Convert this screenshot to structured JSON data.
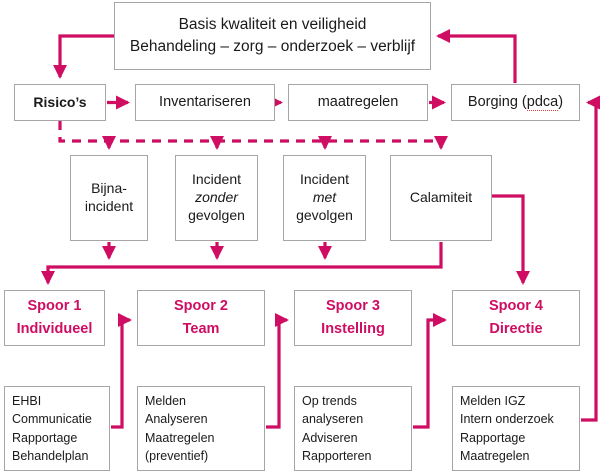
{
  "diagram": {
    "title_box": {
      "line1": "Basis kwaliteit en veiligheid",
      "line2": "Behandeling – zorg – onderzoek – verblijf"
    },
    "accent_color": "#cf0d62",
    "box_border_color": "#a6a6a6",
    "text_color": "#1a1a1a",
    "process_row": {
      "risicos": "Risico’s",
      "inventariseren": "Inventariseren",
      "maatregelen": "maatregelen",
      "borging_prefix": "Borging (",
      "borging_pdca": "pdca",
      "borging_suffix": ")"
    },
    "incident_row": {
      "bijna": {
        "line1": "Bijna-",
        "line2": "incident"
      },
      "zonder": {
        "line1": "Incident",
        "line2": "zonder",
        "line3": "gevolgen"
      },
      "met": {
        "line1": "Incident",
        "line2": "met",
        "line3": "gevolgen"
      },
      "calamiteit": {
        "line1": "Calamiteit"
      }
    },
    "spoor_row": [
      {
        "line1": "Spoor 1",
        "line2": "Individueel"
      },
      {
        "line1": "Spoor 2",
        "line2": "Team"
      },
      {
        "line1": "Spoor 3",
        "line2": "Instelling"
      },
      {
        "line1": "Spoor 4",
        "line2": "Directie"
      }
    ],
    "detail_row": [
      {
        "line1": "EHBI",
        "line2": "Communicatie",
        "line3": "Rapportage",
        "line4": "Behandelplan"
      },
      {
        "line1": "Melden",
        "line2": "Analyseren",
        "line3": "Maatregelen",
        "line4": "(preventief)"
      },
      {
        "line1": "Op trends",
        "line2": "analyseren",
        "line3": "Adviseren",
        "line4": "Rapporteren"
      },
      {
        "line1": "Melden IGZ",
        "line2": "Intern onderzoek",
        "line3": "Rapportage",
        "line4": "Maatregelen"
      }
    ]
  }
}
